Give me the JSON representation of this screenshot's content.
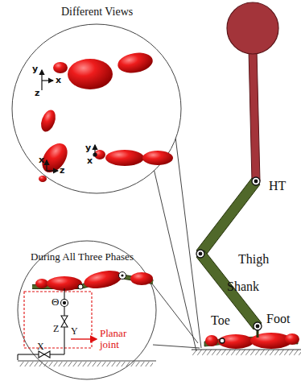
{
  "diagram": {
    "labels": [
      "Different Views",
      "y",
      "x",
      "z",
      "x",
      "z",
      "y",
      "x",
      "HT",
      "Thigh",
      "During All Three Phases",
      "Shank",
      "Toe",
      "Foot",
      "Θ",
      "Z",
      "Y",
      "Planar joint",
      "X"
    ]
  }
}
